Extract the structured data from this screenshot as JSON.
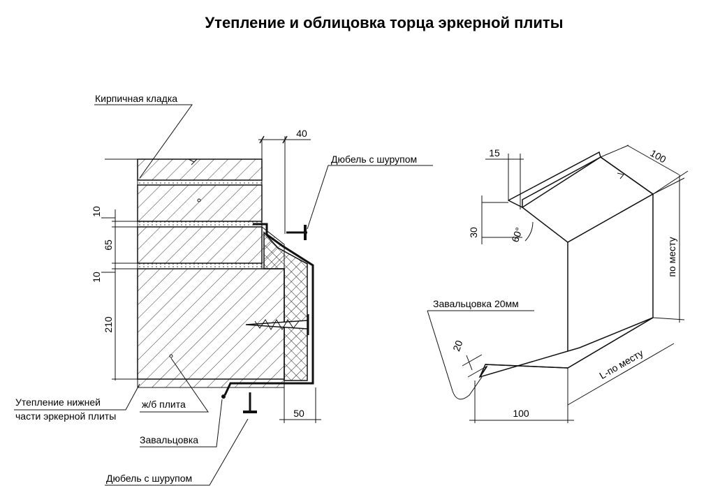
{
  "title": "Утепление и облицовка торца эркерной плиты",
  "section": {
    "labels": {
      "brick": "Кирпичная кладка",
      "dowel_top": "Дюбель с шурупом",
      "insulation_1": "Утепление нижней",
      "insulation_2": "части эркерной плиты",
      "slab": "ж/б плита",
      "fold": "Завальцовка",
      "dowel_bottom": "Дюбель с шурупом"
    },
    "dims": {
      "top": "40",
      "bottom": "50",
      "joint_a": "10",
      "course": "65",
      "joint_b": "10",
      "slab_h": "210"
    }
  },
  "detail": {
    "labels": {
      "fold": "Завальцовка 20мм"
    },
    "dims": {
      "flange": "15",
      "width_top": "100",
      "rise": "30",
      "angle": "60°",
      "height": "по месту",
      "fold_len": "20",
      "length": "L-по месту",
      "width_bottom": "100"
    }
  }
}
